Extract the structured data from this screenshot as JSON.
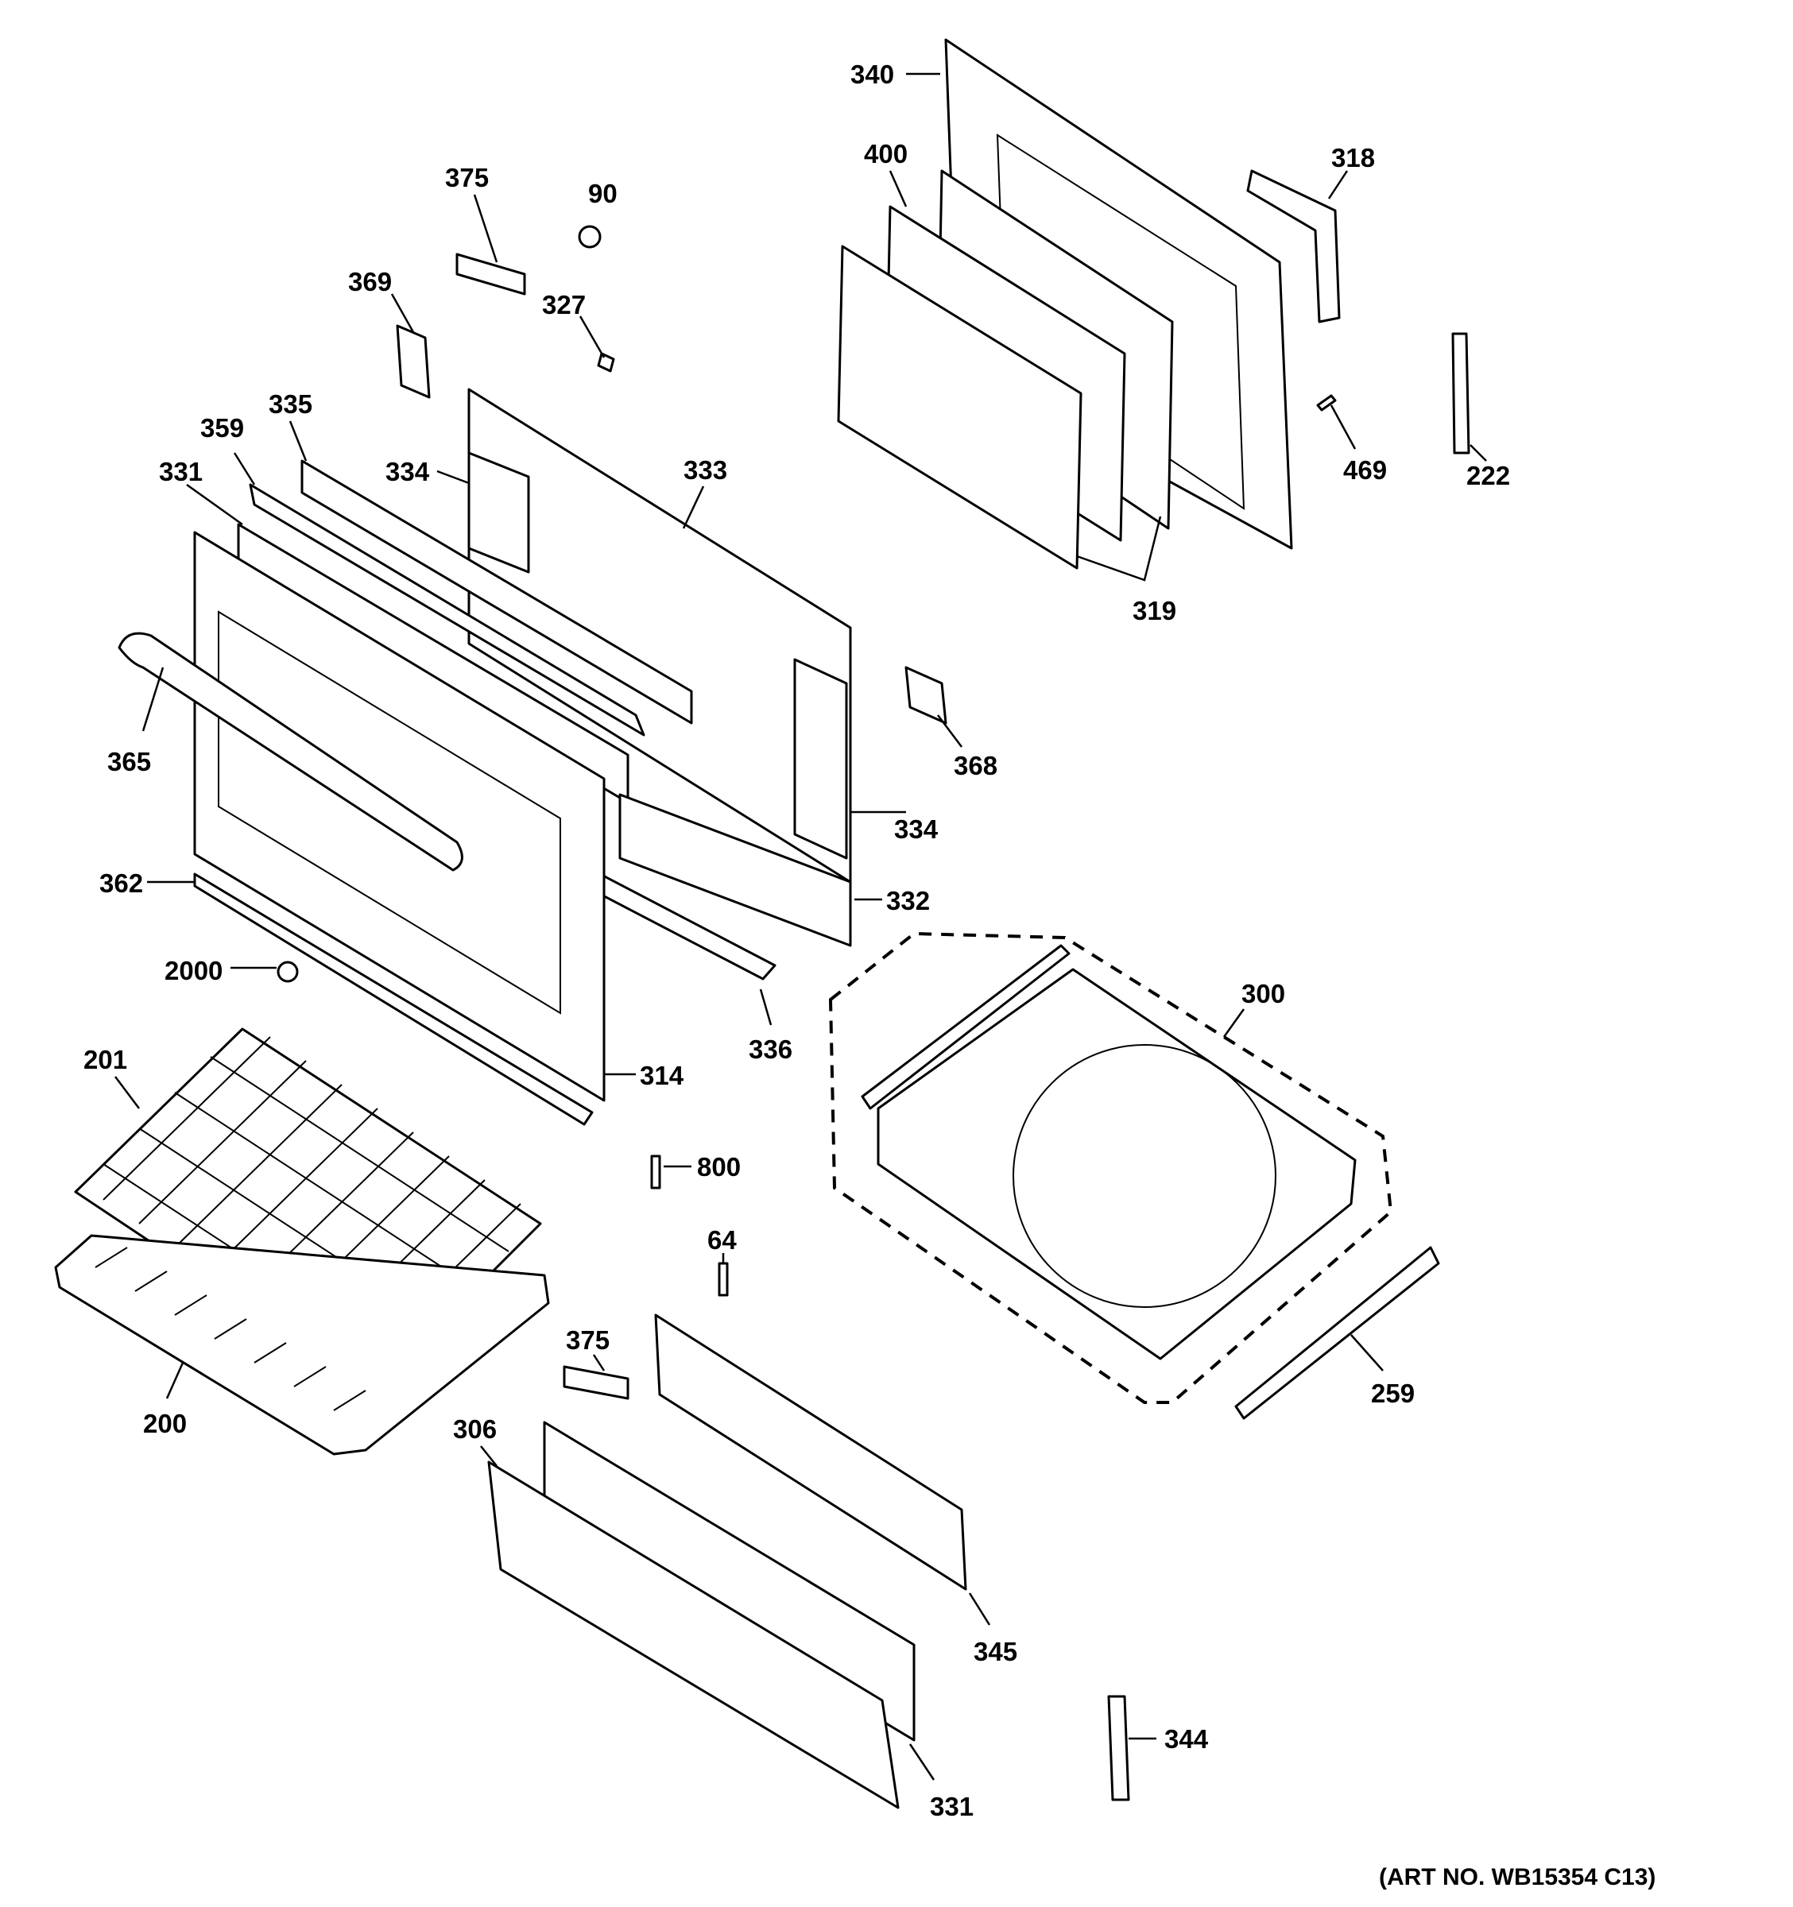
{
  "labels": {
    "p340": "340",
    "p400": "400",
    "p318": "318",
    "p375a": "375",
    "p90": "90",
    "p369": "369",
    "p327": "327",
    "p335": "335",
    "p359": "359",
    "p331a": "331",
    "p334a": "334",
    "p333": "333",
    "p469": "469",
    "p222": "222",
    "p319": "319",
    "p365": "365",
    "p368": "368",
    "p334b": "334",
    "p362": "362",
    "p332": "332",
    "p2000": "2000",
    "p300": "300",
    "p336": "336",
    "p201": "201",
    "p314": "314",
    "p800": "800",
    "p64": "64",
    "p375b": "375",
    "p259": "259",
    "p200": "200",
    "p306": "306",
    "p345": "345",
    "p344": "344",
    "p331b": "331"
  },
  "art_number": "(ART NO. WB15354 C13)"
}
